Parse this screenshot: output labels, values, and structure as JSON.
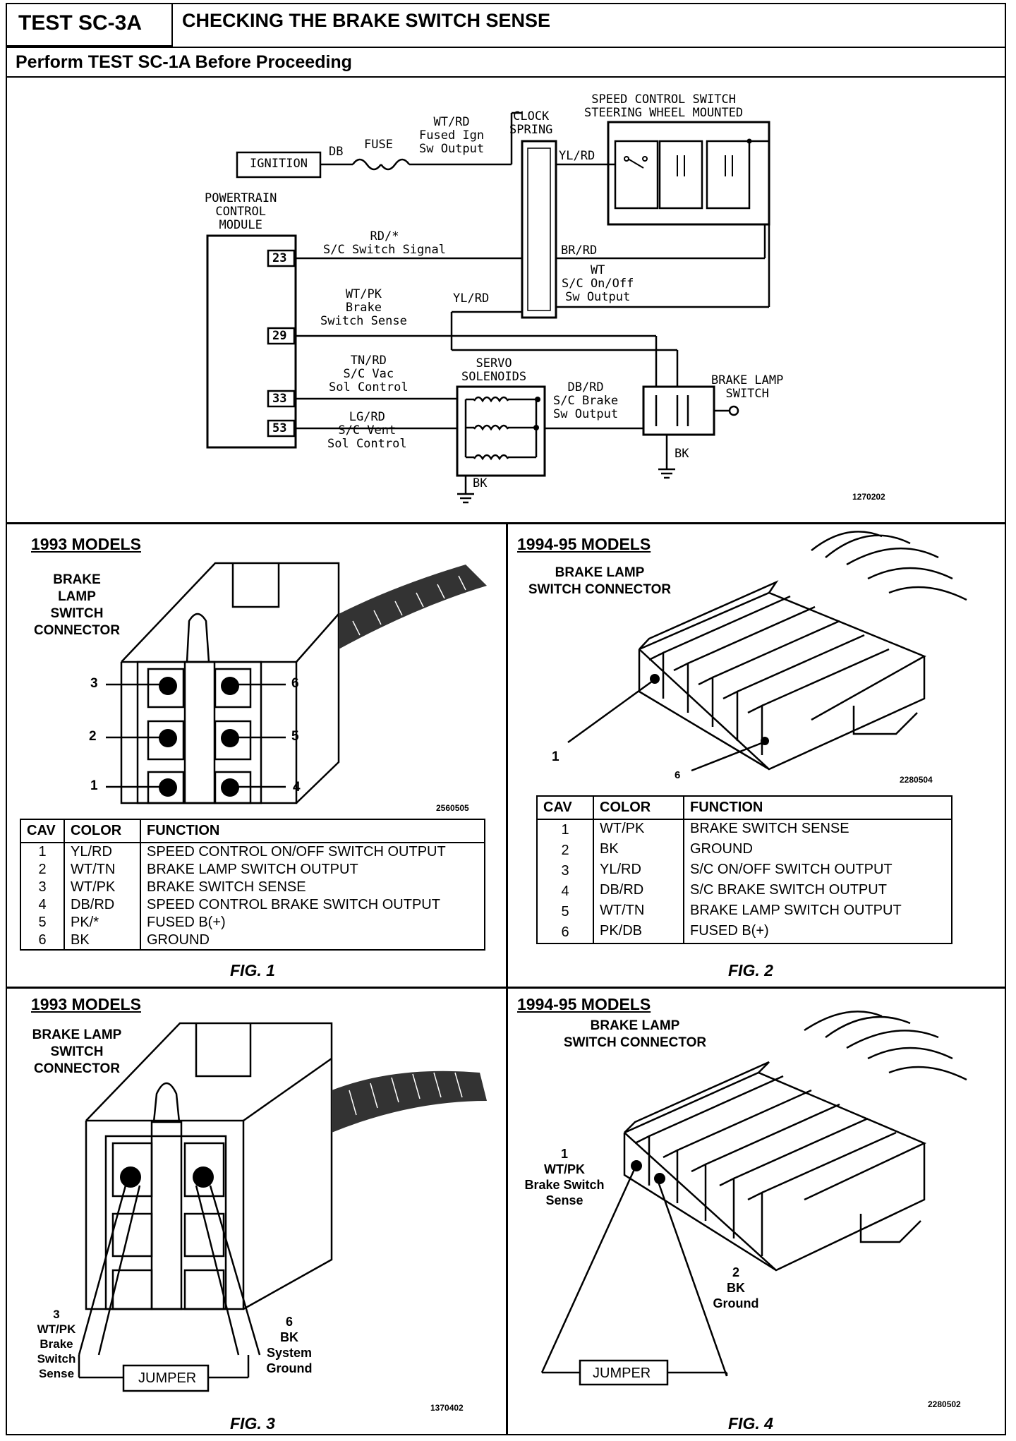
{
  "header": {
    "test_id": "TEST SC-3A",
    "title": "CHECKING THE BRAKE SWITCH SENSE",
    "subtitle": "Perform TEST SC-1A Before Proceeding"
  },
  "schematic": {
    "ignition": "IGNITION",
    "db_wire": "DB",
    "fuse": "FUSE",
    "fused_ign": "WT/RD\nFused Ign\nSw Output",
    "clock_spring": "CLOCK\nSPRING",
    "speed_control": "SPEED CONTROL SWITCH\nSTEERING WHEEL MOUNTED",
    "yl_rd_top": "YL/RD",
    "pcm": "POWERTRAIN\nCONTROL\nMODULE",
    "pin_23": "23",
    "pin_29": "29",
    "pin_33": "33",
    "pin_53": "53",
    "sc_switch_signal": "RD/*\nS/C Switch Signal",
    "br_rd": "BR/RD",
    "sc_onoff": "WT\nS/C On/Off\nSw Output",
    "brake_sense": "WT/PK\nBrake\nSwitch Sense",
    "yl_rd_mid": "YL/RD",
    "servo": "SERVO\nSOLENOIDS",
    "vac_sol": "TN/RD\nS/C Vac\nSol Control",
    "vent_sol": "LG/RD\nS/C Vent\nSol Control",
    "brake_out": "DB/RD\nS/C Brake\nSw Output",
    "brake_lamp_switch": "BRAKE LAMP\nSWITCH",
    "bk_servo": "BK",
    "bk_switch": "BK",
    "code": "1270202"
  },
  "fig1": {
    "heading": "1993 MODELS",
    "label": "BRAKE\nLAMP\nSWITCH\nCONNECTOR",
    "pins_left": [
      "3",
      "2",
      "1"
    ],
    "pins_right": [
      "6",
      "5",
      "4"
    ],
    "code": "2560505",
    "table_headers": [
      "CAV",
      "COLOR",
      "FUNCTION"
    ],
    "rows": [
      [
        "1",
        "YL/RD",
        "SPEED CONTROL ON/OFF SWITCH OUTPUT"
      ],
      [
        "2",
        "WT/TN",
        "BRAKE LAMP SWITCH OUTPUT"
      ],
      [
        "3",
        "WT/PK",
        "BRAKE SWITCH SENSE"
      ],
      [
        "4",
        "DB/RD",
        "SPEED CONTROL BRAKE SWITCH OUTPUT"
      ],
      [
        "5",
        "PK/*",
        "FUSED B(+)"
      ],
      [
        "6",
        "BK",
        "GROUND"
      ]
    ],
    "caption": "FIG. 1"
  },
  "fig2": {
    "heading": "1994-95 MODELS",
    "label": "BRAKE LAMP\nSWITCH CONNECTOR",
    "pin_1": "1",
    "pin_6": "6",
    "code": "2280504",
    "table_headers": [
      "CAV",
      "COLOR",
      "FUNCTION"
    ],
    "rows": [
      [
        "1",
        "WT/PK",
        "BRAKE SWITCH SENSE"
      ],
      [
        "2",
        "BK",
        "GROUND"
      ],
      [
        "3",
        "YL/RD",
        "S/C ON/OFF SWITCH OUTPUT"
      ],
      [
        "4",
        "DB/RD",
        "S/C BRAKE SWITCH OUTPUT"
      ],
      [
        "5",
        "WT/TN",
        "BRAKE LAMP SWITCH OUTPUT"
      ],
      [
        "6",
        "PK/DB",
        "FUSED B(+)"
      ]
    ],
    "caption": "FIG. 2"
  },
  "fig3": {
    "heading": "1993 MODELS",
    "label": "BRAKE LAMP\nSWITCH\nCONNECTOR",
    "left_callout": "3\nWT/PK\nBrake\nSwitch\nSense",
    "right_callout": "6\nBK\nSystem\nGround",
    "jumper": "JUMPER",
    "code": "1370402",
    "caption": "FIG. 3"
  },
  "fig4": {
    "heading": "1994-95 MODELS",
    "label": "BRAKE LAMP\nSWITCH CONNECTOR",
    "left_callout": "1\nWT/PK\nBrake Switch\nSense",
    "right_callout": "2\nBK\nGround",
    "jumper": "JUMPER",
    "code": "2280502",
    "caption": "FIG. 4"
  }
}
